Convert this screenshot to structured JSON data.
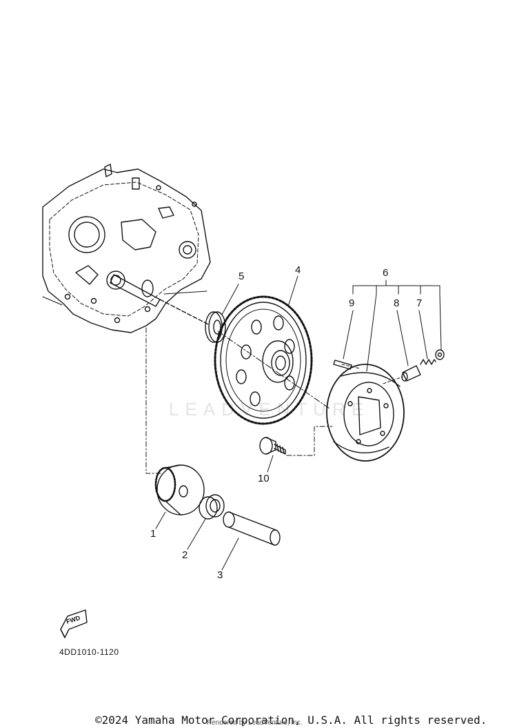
{
  "watermark": "LEADVENTURE",
  "callouts": {
    "c1": "1",
    "c2": "2",
    "c3": "3",
    "c4": "4",
    "c5": "5",
    "c6": "6",
    "c7": "7",
    "c8": "8",
    "c9": "9",
    "c10": "10"
  },
  "fwd_label": "FWD",
  "diagram_code": "4DD1010-1120",
  "footer": {
    "copyright": "©2024 Yamaha Motor Corporation, U.S.A. All rights reserved.",
    "rendered": "Rendered by LeadVenture, Inc."
  }
}
